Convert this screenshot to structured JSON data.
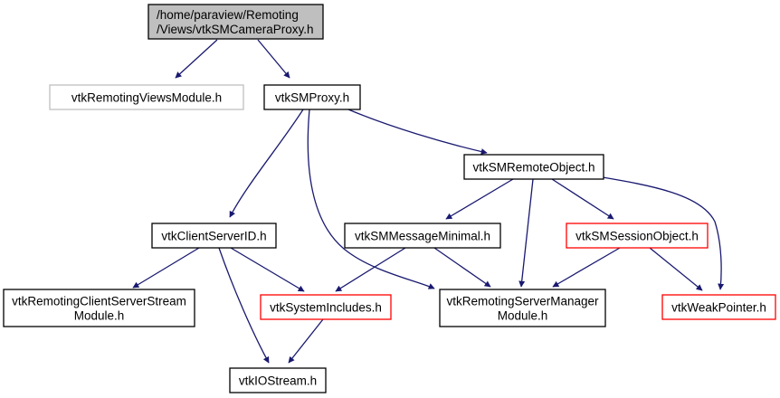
{
  "diagram": {
    "title": "Include dependency graph for vtkSMCameraProxy.h",
    "colors": {
      "edge": "#191970",
      "root_fill": "#bfbfbf",
      "root_border": "#000000",
      "normal_border": "#000000",
      "external_border": "#bfbfbf",
      "incomplete_border": "#ff0000",
      "fill": "#ffffff"
    },
    "nodes": [
      {
        "id": "root",
        "lines": [
          "/home/paraview/Remoting",
          "/Views/vtkSMCameraProxy.h"
        ],
        "style": "root"
      },
      {
        "id": "views_module",
        "lines": [
          "vtkRemotingViewsModule.h"
        ],
        "style": "external"
      },
      {
        "id": "smproxy",
        "lines": [
          "vtkSMProxy.h"
        ],
        "style": "normal"
      },
      {
        "id": "remote_object",
        "lines": [
          "vtkSMRemoteObject.h"
        ],
        "style": "normal"
      },
      {
        "id": "client_server_id",
        "lines": [
          "vtkClientServerID.h"
        ],
        "style": "normal"
      },
      {
        "id": "message_minimal",
        "lines": [
          "vtkSMMessageMinimal.h"
        ],
        "style": "normal"
      },
      {
        "id": "session_object",
        "lines": [
          "vtkSMSessionObject.h"
        ],
        "style": "incomplete"
      },
      {
        "id": "cs_stream_module",
        "lines": [
          "vtkRemotingClientServerStream",
          "Module.h"
        ],
        "style": "normal"
      },
      {
        "id": "system_includes",
        "lines": [
          "vtkSystemIncludes.h"
        ],
        "style": "incomplete"
      },
      {
        "id": "server_manager_module",
        "lines": [
          "vtkRemotingServerManager",
          "Module.h"
        ],
        "style": "normal"
      },
      {
        "id": "weak_pointer",
        "lines": [
          "vtkWeakPointer.h"
        ],
        "style": "incomplete"
      },
      {
        "id": "iostream",
        "lines": [
          "vtkIOStream.h"
        ],
        "style": "normal"
      }
    ],
    "edges": [
      {
        "from": "root",
        "to": "views_module"
      },
      {
        "from": "root",
        "to": "smproxy"
      },
      {
        "from": "smproxy",
        "to": "remote_object"
      },
      {
        "from": "smproxy",
        "to": "client_server_id"
      },
      {
        "from": "smproxy",
        "to": "server_manager_module"
      },
      {
        "from": "remote_object",
        "to": "message_minimal"
      },
      {
        "from": "remote_object",
        "to": "server_manager_module"
      },
      {
        "from": "remote_object",
        "to": "session_object"
      },
      {
        "from": "remote_object",
        "to": "weak_pointer"
      },
      {
        "from": "client_server_id",
        "to": "cs_stream_module"
      },
      {
        "from": "client_server_id",
        "to": "system_includes"
      },
      {
        "from": "client_server_id",
        "to": "iostream"
      },
      {
        "from": "message_minimal",
        "to": "system_includes"
      },
      {
        "from": "message_minimal",
        "to": "server_manager_module"
      },
      {
        "from": "session_object",
        "to": "server_manager_module"
      },
      {
        "from": "session_object",
        "to": "weak_pointer"
      },
      {
        "from": "system_includes",
        "to": "iostream"
      }
    ]
  }
}
